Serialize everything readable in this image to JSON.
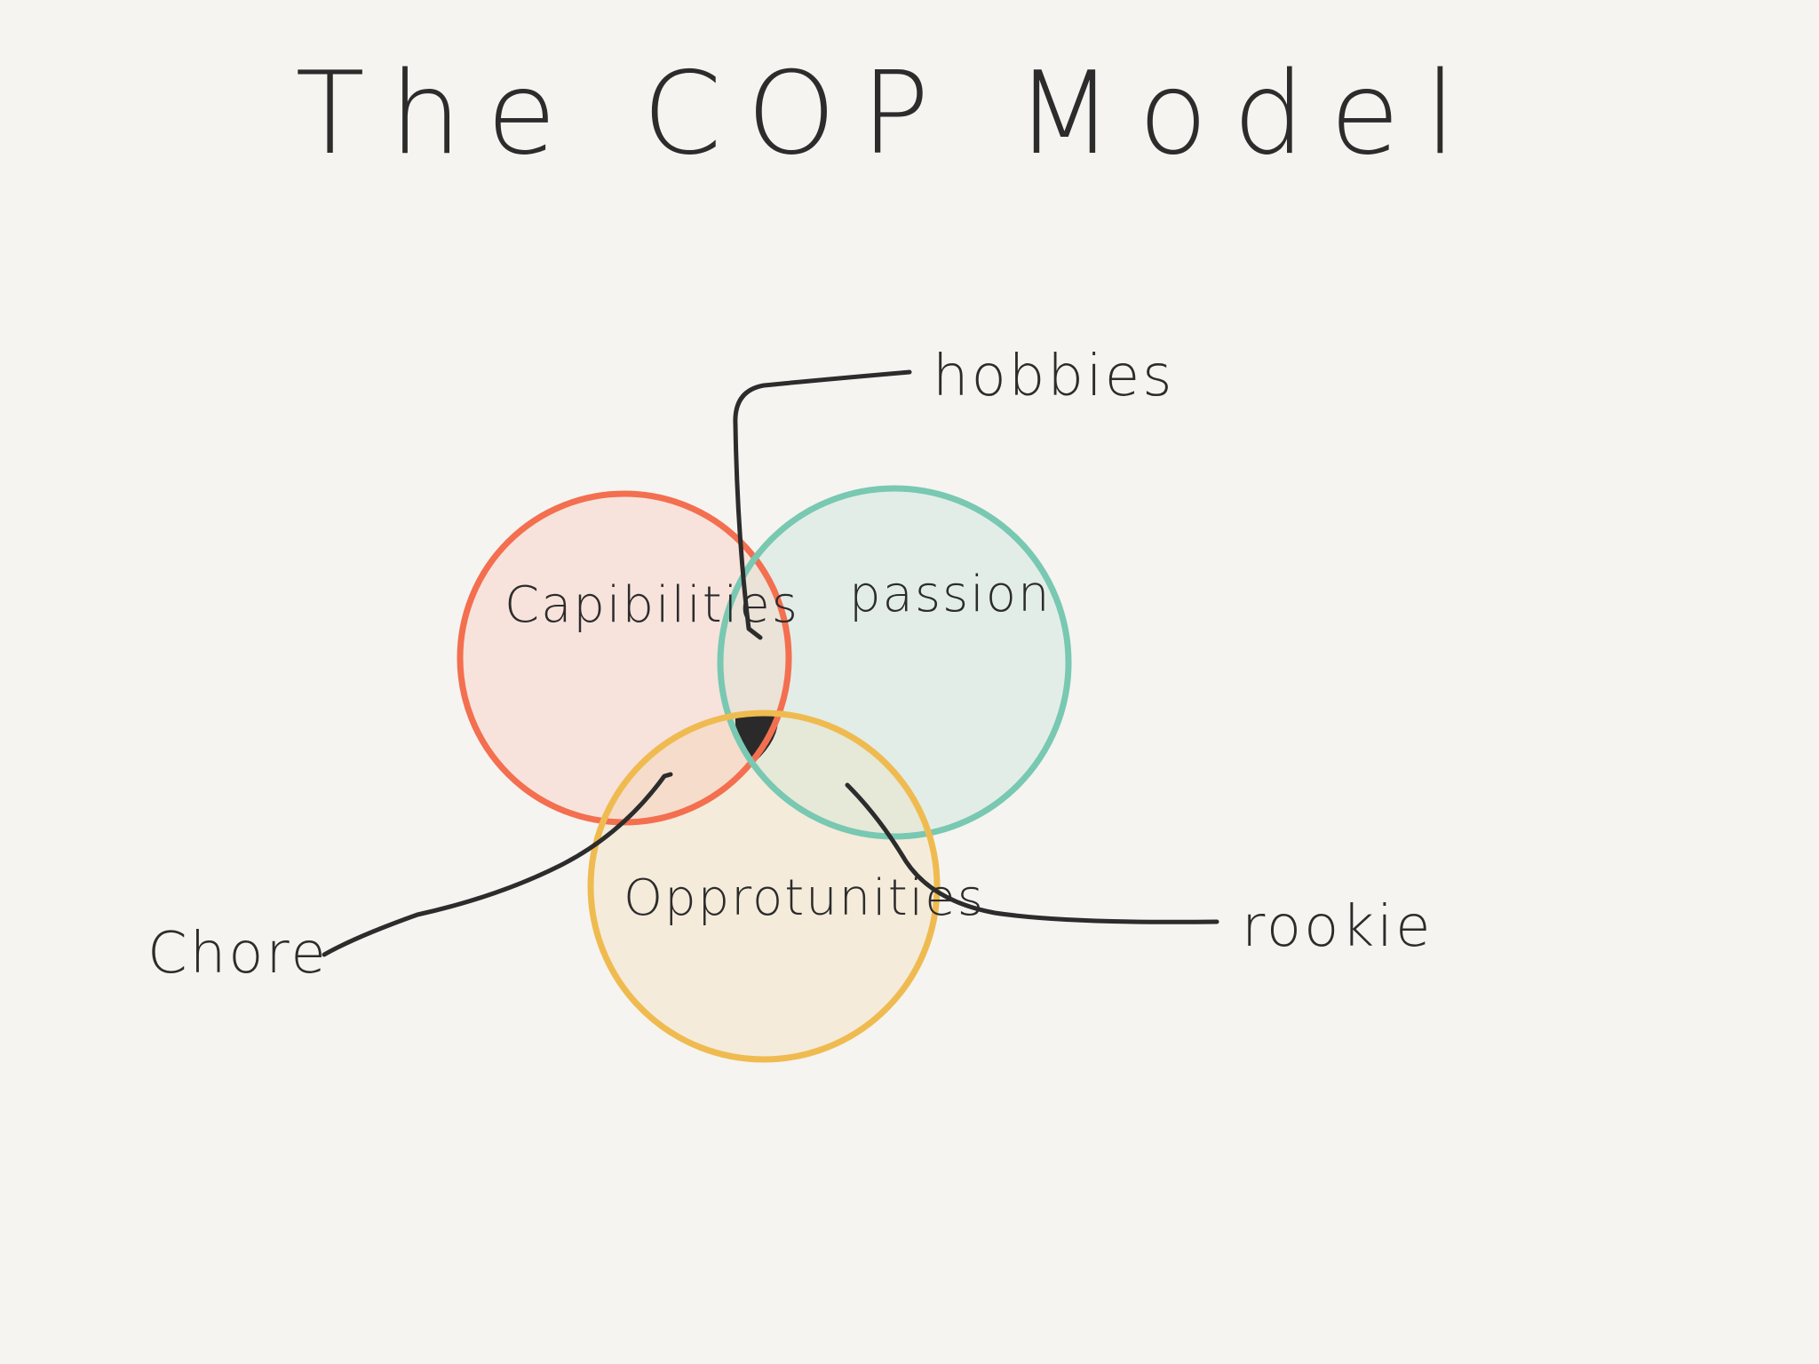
{
  "title": "The COP Model",
  "circles": [
    {
      "id": "capabilities",
      "label": "Capibilities",
      "stroke": "#f36f4f",
      "fill": "#f7e3dc"
    },
    {
      "id": "passion",
      "label": "passion",
      "stroke": "#78c8b2",
      "fill": "#e3ede7"
    },
    {
      "id": "opportunities",
      "label": "Opprotunities",
      "stroke": "#efbb50",
      "fill": "#f5ebdb"
    }
  ],
  "overlap_colors": {
    "capabilities_passion": "#ebe2d8",
    "capabilities_opportunities": "#f6dccb",
    "passion_opportunities": "#e6e8d8",
    "center": "#2a2a2a"
  },
  "callouts": {
    "hobbies": "hobbies",
    "chore": "Chore",
    "rookie": "rookie"
  }
}
